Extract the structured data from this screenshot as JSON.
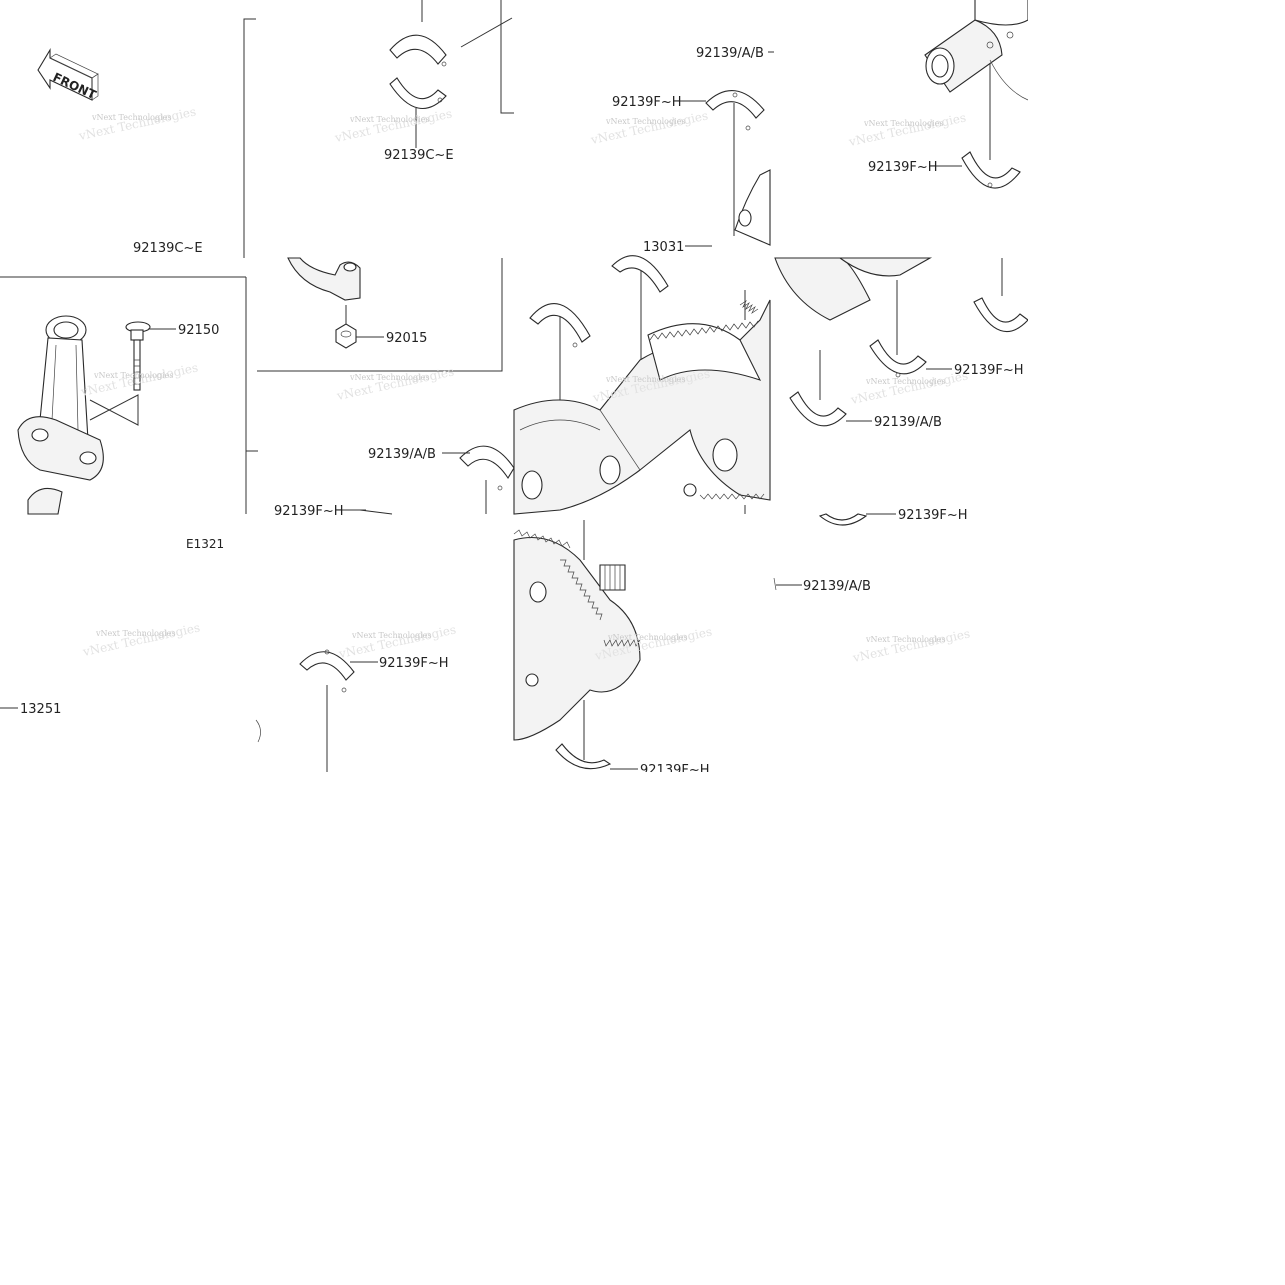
{
  "front_badge": "FRONT",
  "watermark": "vNext Technologies",
  "labels": {
    "l01": "92139C~E",
    "l02": "92139/A/B",
    "l03": "92139F~H",
    "l04": "92139F~H",
    "l05": "92139C~E",
    "l06": "13031",
    "l07": "92150",
    "l08": "92015",
    "l09": "92139F~H",
    "l10": "92139/A/B",
    "l11": "92139/A/B",
    "l12": "92139F~H",
    "l13": "92139F~H",
    "l14": "E1321",
    "l15": "92139/A/B",
    "l16": "92139F~H",
    "l17": "13251",
    "l18": "92139F~H"
  }
}
